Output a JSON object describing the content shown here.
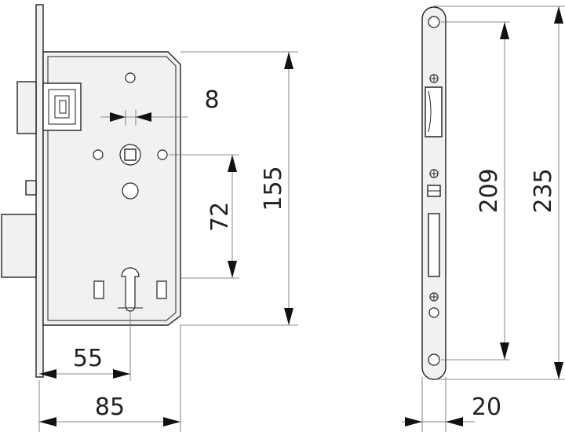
{
  "dimensions": {
    "backset_55": "55",
    "total_85": "85",
    "square_8": "8",
    "distance_72": "72",
    "height_155": "155",
    "screw_spacing_209": "209",
    "faceplate_235": "235",
    "faceplate_width_20": "20"
  }
}
